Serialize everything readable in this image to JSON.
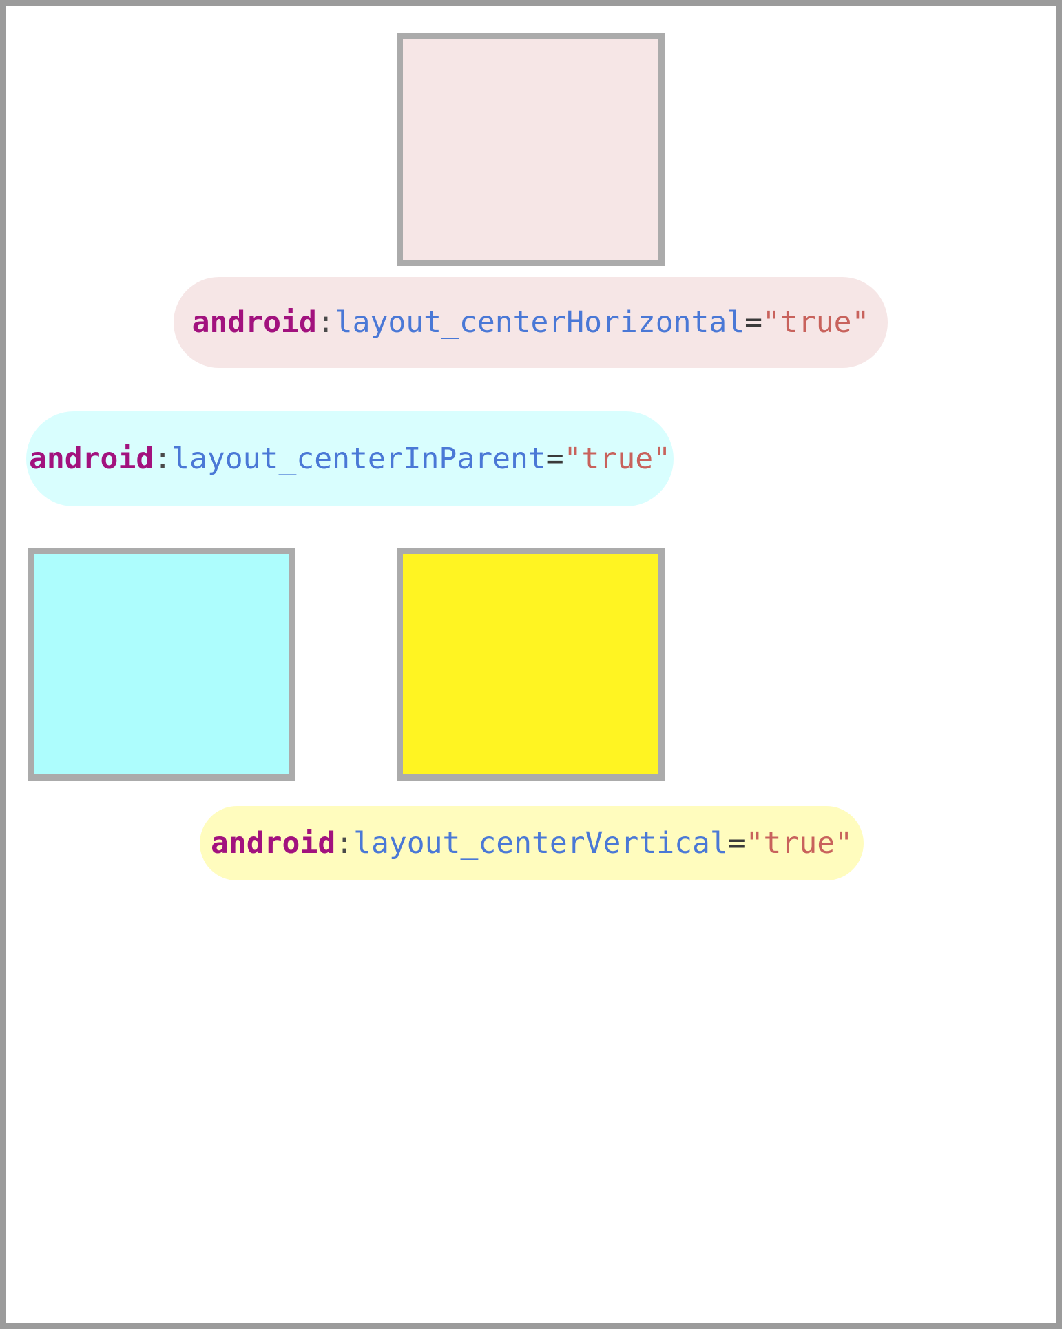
{
  "colors": {
    "frame_border": "#9b9b9b",
    "box_border": "#ababab",
    "horizontal_fill": "#f6e6e6",
    "inparent_fill": "#d9fefe",
    "inparent_box_fill": "#adfdfd",
    "vertical_fill": "#fffcbe",
    "vertical_box_fill": "#fff422",
    "namespace_text": "#a2127e",
    "attribute_text": "#4a78d6",
    "value_text": "#c8625c"
  },
  "labels": {
    "horizontal": {
      "namespace": "android",
      "separator": ":",
      "attribute": "layout_centerHorizontal",
      "equals": "=",
      "value": "\"true\""
    },
    "inparent": {
      "namespace": "android",
      "separator": ":",
      "attribute": "layout_centerInParent",
      "equals": "=",
      "value": "\"true\""
    },
    "vertical": {
      "namespace": "android",
      "separator": ":",
      "attribute": "layout_centerVertical",
      "equals": "=",
      "value": "\"true\""
    }
  }
}
